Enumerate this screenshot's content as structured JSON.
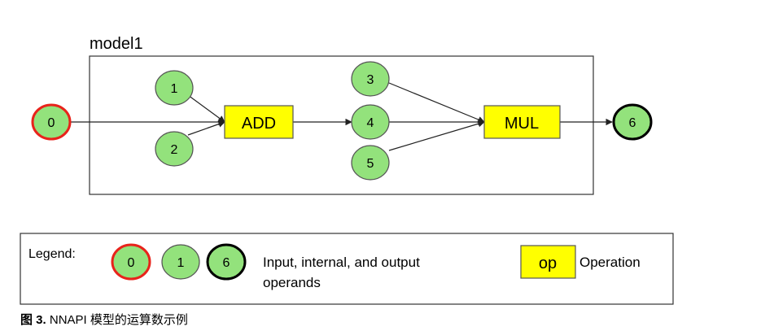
{
  "diagram": {
    "model_title": "model1",
    "operands": {
      "o0": "0",
      "o1": "1",
      "o2": "2",
      "o3": "3",
      "o4": "4",
      "o5": "5",
      "o6": "6"
    },
    "operations": {
      "add": "ADD",
      "mul": "MUL"
    },
    "colors": {
      "operand_fill": "#93e27c",
      "operation_fill": "#ffff00",
      "input_border": "#e8231b",
      "output_border": "#000000",
      "internal_border": "#555555"
    }
  },
  "legend": {
    "label": "Legend:",
    "operand_samples": [
      "0",
      "1",
      "6"
    ],
    "operands_text_line1": "Input, internal, and output",
    "operands_text_line2": "operands",
    "op_sample": "op",
    "op_text": "Operation"
  },
  "caption": {
    "figure_label": "图 3.",
    "text": "NNAPI 模型的运算数示例"
  }
}
